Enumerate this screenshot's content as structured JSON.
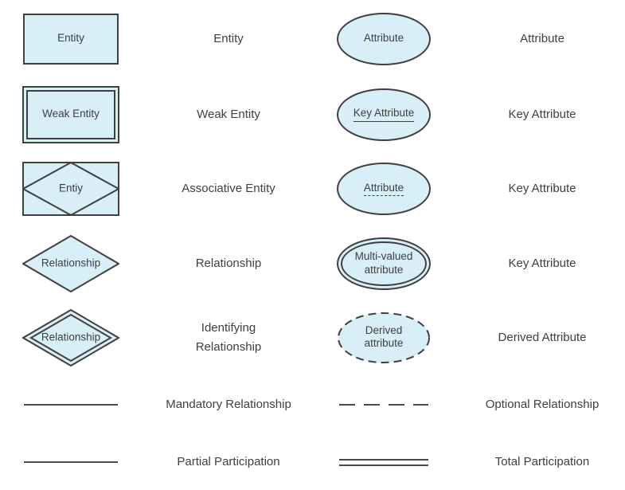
{
  "colors": {
    "shape_fill": "#d8eff7",
    "shape_border": "#404040",
    "text": "#404040",
    "background": "#ffffff"
  },
  "rows": [
    {
      "left_symbol": "entity-rectangle",
      "left_symbol_text": "Entity",
      "left_label": "Entity",
      "right_symbol": "attribute-ellipse",
      "right_symbol_text": "Attribute",
      "right_label": "Attribute"
    },
    {
      "left_symbol": "weak-entity-double-rectangle",
      "left_symbol_text": "Weak Entity",
      "left_label": "Weak Entity",
      "right_symbol": "key-attribute-ellipse-underlined",
      "right_symbol_text": "Key Attribute",
      "right_label": "Key Attribute"
    },
    {
      "left_symbol": "associative-entity-diamond-in-rectangle",
      "left_symbol_text": "Entiy",
      "left_label": "Associative Entity",
      "right_symbol": "partial-key-attribute-ellipse-dashed-underline",
      "right_symbol_text": "Attribute",
      "right_label": "Key Attribute"
    },
    {
      "left_symbol": "relationship-diamond",
      "left_symbol_text": "Relationship",
      "left_label": "Relationship",
      "right_symbol": "multivalued-attribute-double-ellipse",
      "right_symbol_text": "Multi-valued\nattribute",
      "right_label": "Key Attribute"
    },
    {
      "left_symbol": "identifying-relationship-double-diamond",
      "left_symbol_text": "Relationship",
      "left_label": "Identifying\nRelationship",
      "right_symbol": "derived-attribute-dashed-ellipse",
      "right_symbol_text": "Derived\nattribute",
      "right_label": "Derived Attribute"
    },
    {
      "left_symbol": "solid-line",
      "left_label": "Mandatory Relationship",
      "right_symbol": "dashed-line",
      "right_label": "Optional Relationship"
    },
    {
      "left_symbol": "solid-line",
      "left_label": "Partial Participation",
      "right_symbol": "double-line",
      "right_label": "Total Participation"
    }
  ]
}
